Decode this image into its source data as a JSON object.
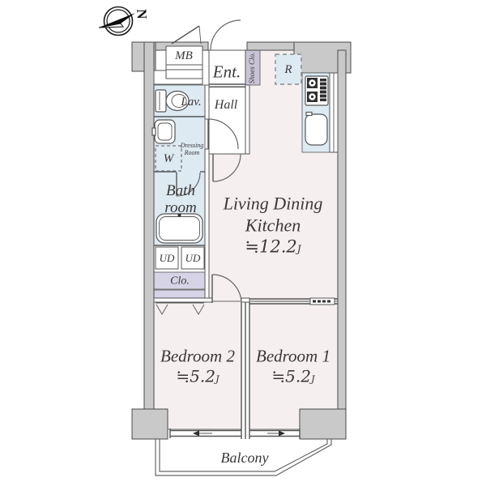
{
  "colors": {
    "wall_fill": "#c9c9c9",
    "wall_line": "#4a4a4a",
    "line": "#555555",
    "room_pink": "#f5efef",
    "wet_blue": "#ddeaf2",
    "closet_lavender": "#d7d3e6",
    "shoes_lavender": "#c8c4d6",
    "text": "#3b3838"
  },
  "compass": {
    "north": "N"
  },
  "labels": {
    "mb": "MB",
    "entrance": "Ent.",
    "shoes_closet": "Shoes Clo.",
    "refrigerator": "R",
    "lavatory": "Lav.",
    "hall": "Hall",
    "dressing_room": [
      "Dressing",
      "Room"
    ],
    "washer": "W",
    "bathroom": [
      "Bath",
      "room"
    ],
    "ud_left": "UD",
    "ud_right": "UD",
    "closet": "Clo.",
    "balcony": "Balcony"
  },
  "rooms": {
    "ldk": {
      "name_line1": "Living Dining",
      "name_line2": "Kitchen",
      "size": "≒12.2",
      "unit": "J"
    },
    "bedroom2": {
      "name": "Bedroom 2",
      "size": "≒5.2",
      "unit": "J"
    },
    "bedroom1": {
      "name": "Bedroom 1",
      "size": "≒5.2",
      "unit": "J"
    }
  }
}
